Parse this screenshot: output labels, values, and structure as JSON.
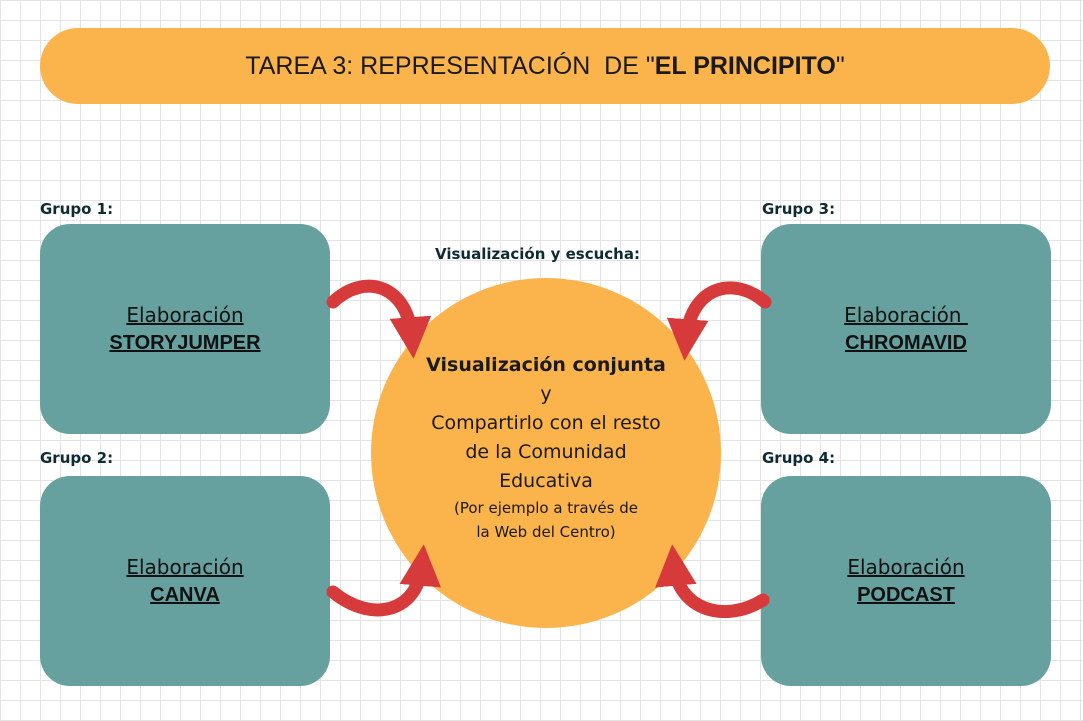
{
  "title": {
    "prefix": "TAREA 3: REPRESENTACIÓN  DE \"",
    "bold": "EL PRINCIPITO",
    "suffix": "\""
  },
  "groups": [
    {
      "label": "Grupo 1:",
      "action": "Elaboración",
      "tool": "STORYJUMPER"
    },
    {
      "label": "Grupo 2:",
      "action": "Elaboración",
      "tool": "CANVA"
    },
    {
      "label": "Grupo 3:",
      "action": "Elaboración ",
      "tool": "CHROMAVID"
    },
    {
      "label": "Grupo 4:",
      "action": "Elaboración",
      "tool": "PODCAST"
    }
  ],
  "center": {
    "label": "Visualización y escucha:",
    "main": "Visualización conjunta",
    "connector": "y",
    "line1": "Compartirlo con el resto",
    "line2": "de la Comunidad",
    "line3": "Educativa",
    "note1": "(Por ejemplo a través de",
    "note2": "la Web del Centro)"
  },
  "colors": {
    "title_bg": "#fbb34c",
    "box_bg": "#66a19f",
    "circle_bg": "#fbb34c",
    "arrow": "#d63a3a"
  }
}
